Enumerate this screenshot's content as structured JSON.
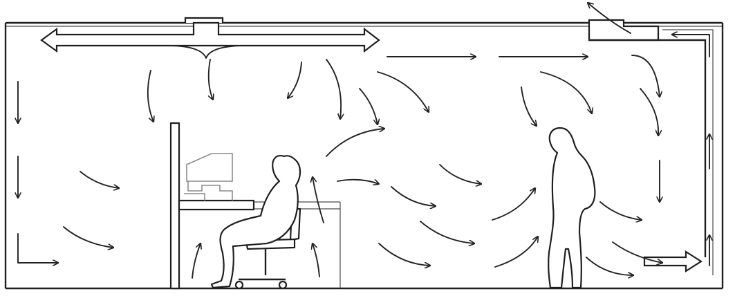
{
  "diagram": {
    "kind": "room-airflow-section",
    "line_color": "#1e1e1e",
    "arrow_color": "#222222",
    "secondary_color": "#8a8a8a",
    "background": "#ffffff",
    "elements": [
      "ceiling-supply-diffuser",
      "exhaust-return-grille",
      "return-air-duct",
      "workstation-partition",
      "desk",
      "computer-monitor",
      "seated-person",
      "office-chair",
      "standing-person",
      "airflow-arrows"
    ]
  }
}
